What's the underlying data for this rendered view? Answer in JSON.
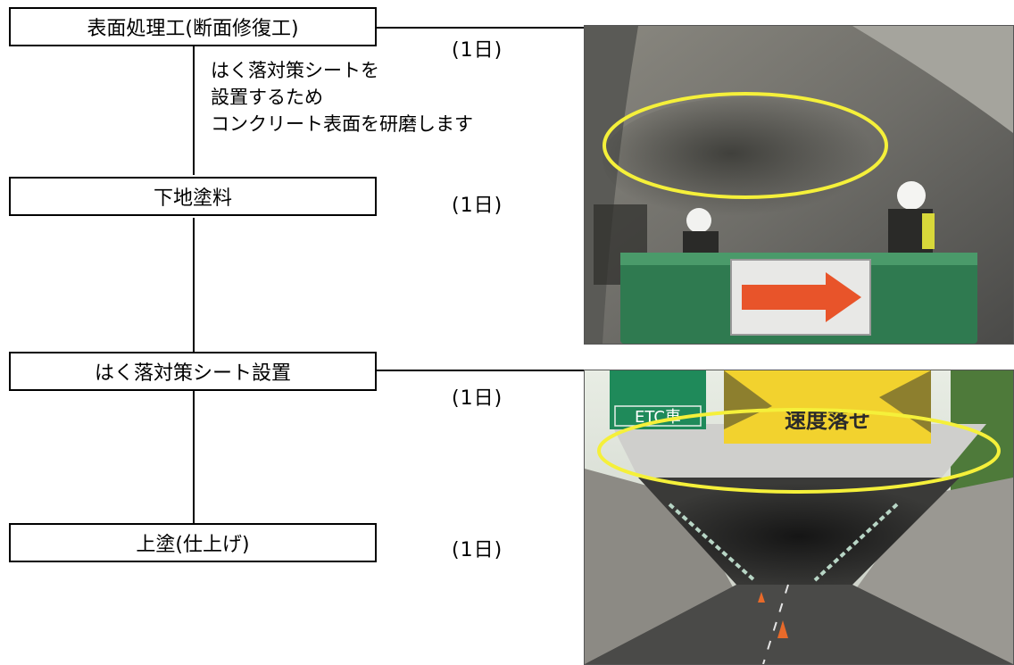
{
  "steps": [
    {
      "label": "表面処理工(断面修復工)",
      "days": "(1日)"
    },
    {
      "label": "下地塗料",
      "days": "(1日)"
    },
    {
      "label": "はく落対策シート設置",
      "days": "(1日)"
    },
    {
      "label": "上塗(仕上げ)",
      "days": "(1日)"
    }
  ],
  "note_lines": [
    "はく落対策シートを",
    "設置するため",
    "コンクリート表面を研磨します"
  ],
  "photo2": {
    "sign_etc": "ETC車",
    "sign_speed": "速度落せ"
  },
  "colors": {
    "highlight_ellipse": "#f5f03a",
    "arrow_sign": "#e8542a",
    "green_sign": "#1f8a5a",
    "yellow_sign": "#f2d22e"
  }
}
